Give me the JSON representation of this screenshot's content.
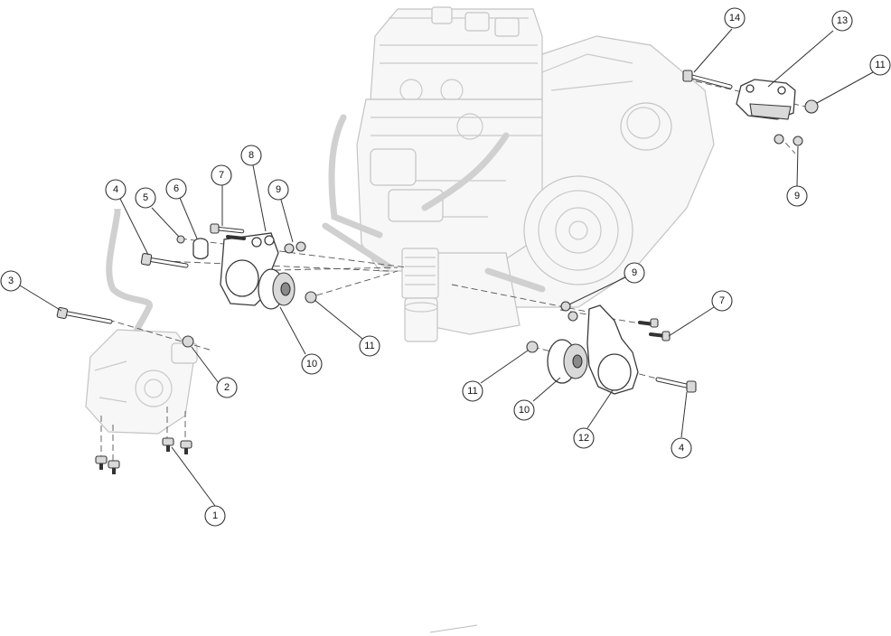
{
  "callouts": [
    {
      "id": "c1",
      "label": "1"
    },
    {
      "id": "c2",
      "label": "2"
    },
    {
      "id": "c3",
      "label": "3"
    },
    {
      "id": "c4a",
      "label": "4"
    },
    {
      "id": "c4b",
      "label": "4"
    },
    {
      "id": "c5",
      "label": "5"
    },
    {
      "id": "c6",
      "label": "6"
    },
    {
      "id": "c7a",
      "label": "7"
    },
    {
      "id": "c7b",
      "label": "7"
    },
    {
      "id": "c8",
      "label": "8"
    },
    {
      "id": "c9a",
      "label": "9"
    },
    {
      "id": "c9b",
      "label": "9"
    },
    {
      "id": "c9c",
      "label": "9"
    },
    {
      "id": "c10a",
      "label": "10"
    },
    {
      "id": "c10b",
      "label": "10"
    },
    {
      "id": "c11a",
      "label": "11"
    },
    {
      "id": "c11b",
      "label": "11"
    },
    {
      "id": "c11c",
      "label": "11"
    },
    {
      "id": "c12",
      "label": "12"
    },
    {
      "id": "c13",
      "label": "13"
    },
    {
      "id": "c14",
      "label": "14"
    }
  ]
}
